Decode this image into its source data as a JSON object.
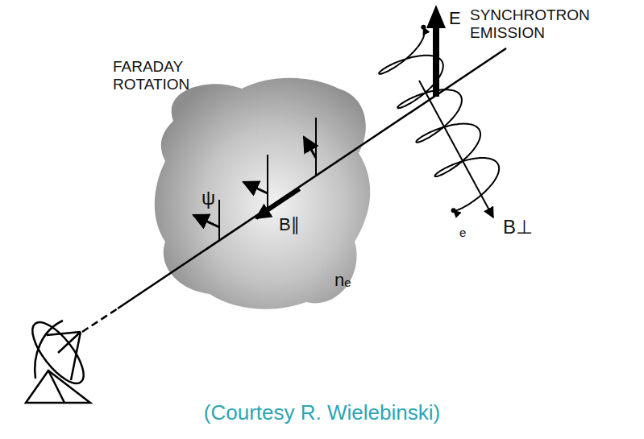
{
  "diagram": {
    "caption": "(Courtesy R. Wielebinski)",
    "labels": [
      "FARADAY ROTATION",
      "SYNCHROTRON EMISSION",
      "E",
      "ψ",
      "B∥",
      "nₑ",
      "e",
      "B⊥"
    ]
  }
}
